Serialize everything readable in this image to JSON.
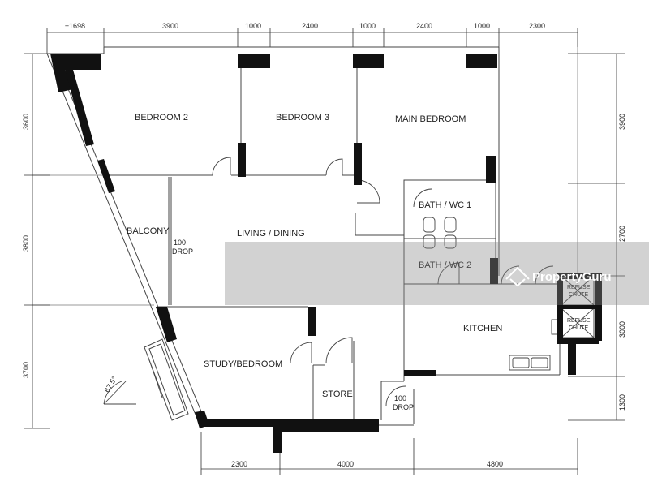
{
  "rooms": {
    "bedroom2": "BEDROOM 2",
    "bedroom3": "BEDROOM 3",
    "main_bedroom": "MAIN BEDROOM",
    "bath1": "BATH / WC 1",
    "bath2": "BATH / WC 2",
    "balcony": "BALCONY",
    "living": "LIVING / DINING",
    "study": "STUDY/BEDROOM",
    "store": "STORE",
    "kitchen": "KITCHEN"
  },
  "labels": {
    "drop_top_num": "100",
    "drop_top_word": "DROP",
    "drop_bottom_num": "100",
    "drop_bottom_word": "DROP",
    "refuse_chute_1a": "REFUSE",
    "refuse_chute_1b": "CHUTE",
    "refuse_chute_2a": "REFUSE",
    "refuse_chute_2b": "CHUTE",
    "angle": "67.5°"
  },
  "dimensions": {
    "top": [
      "±1698",
      "3900",
      "1000",
      "2400",
      "1000",
      "2400",
      "1000",
      "2300"
    ],
    "left": [
      "3600",
      "3800",
      "3700"
    ],
    "right": [
      "3900",
      "2700",
      "3000",
      "1300"
    ],
    "bottom": [
      "2300",
      "4000",
      "4800"
    ]
  },
  "watermark": {
    "brand": "PropertyGuru"
  }
}
